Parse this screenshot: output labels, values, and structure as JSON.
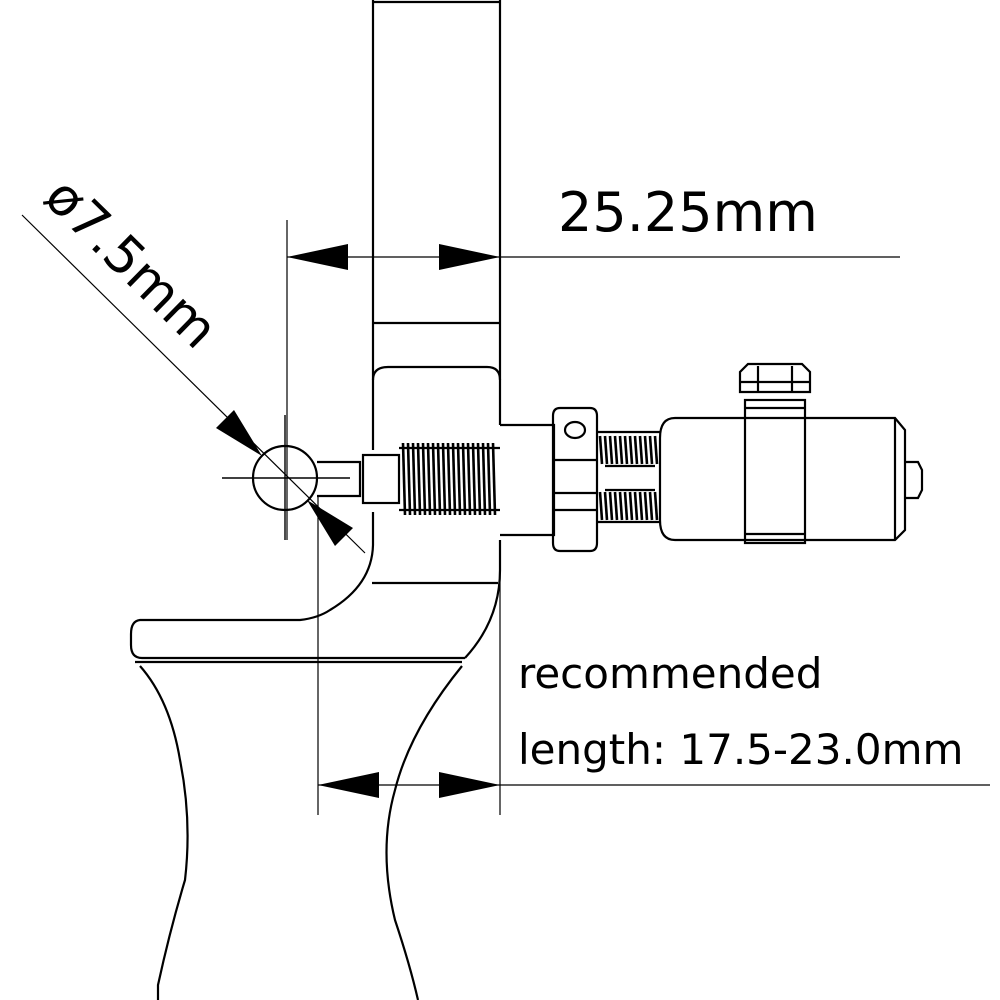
{
  "dimensions": {
    "diameter_label": "ø7.5mm",
    "top_length_label": "25.25mm",
    "recommended_line1": "recommended",
    "recommended_line2": "length: 17.5-23.0mm"
  },
  "colors": {
    "line": "#000000",
    "background": "#ffffff"
  }
}
